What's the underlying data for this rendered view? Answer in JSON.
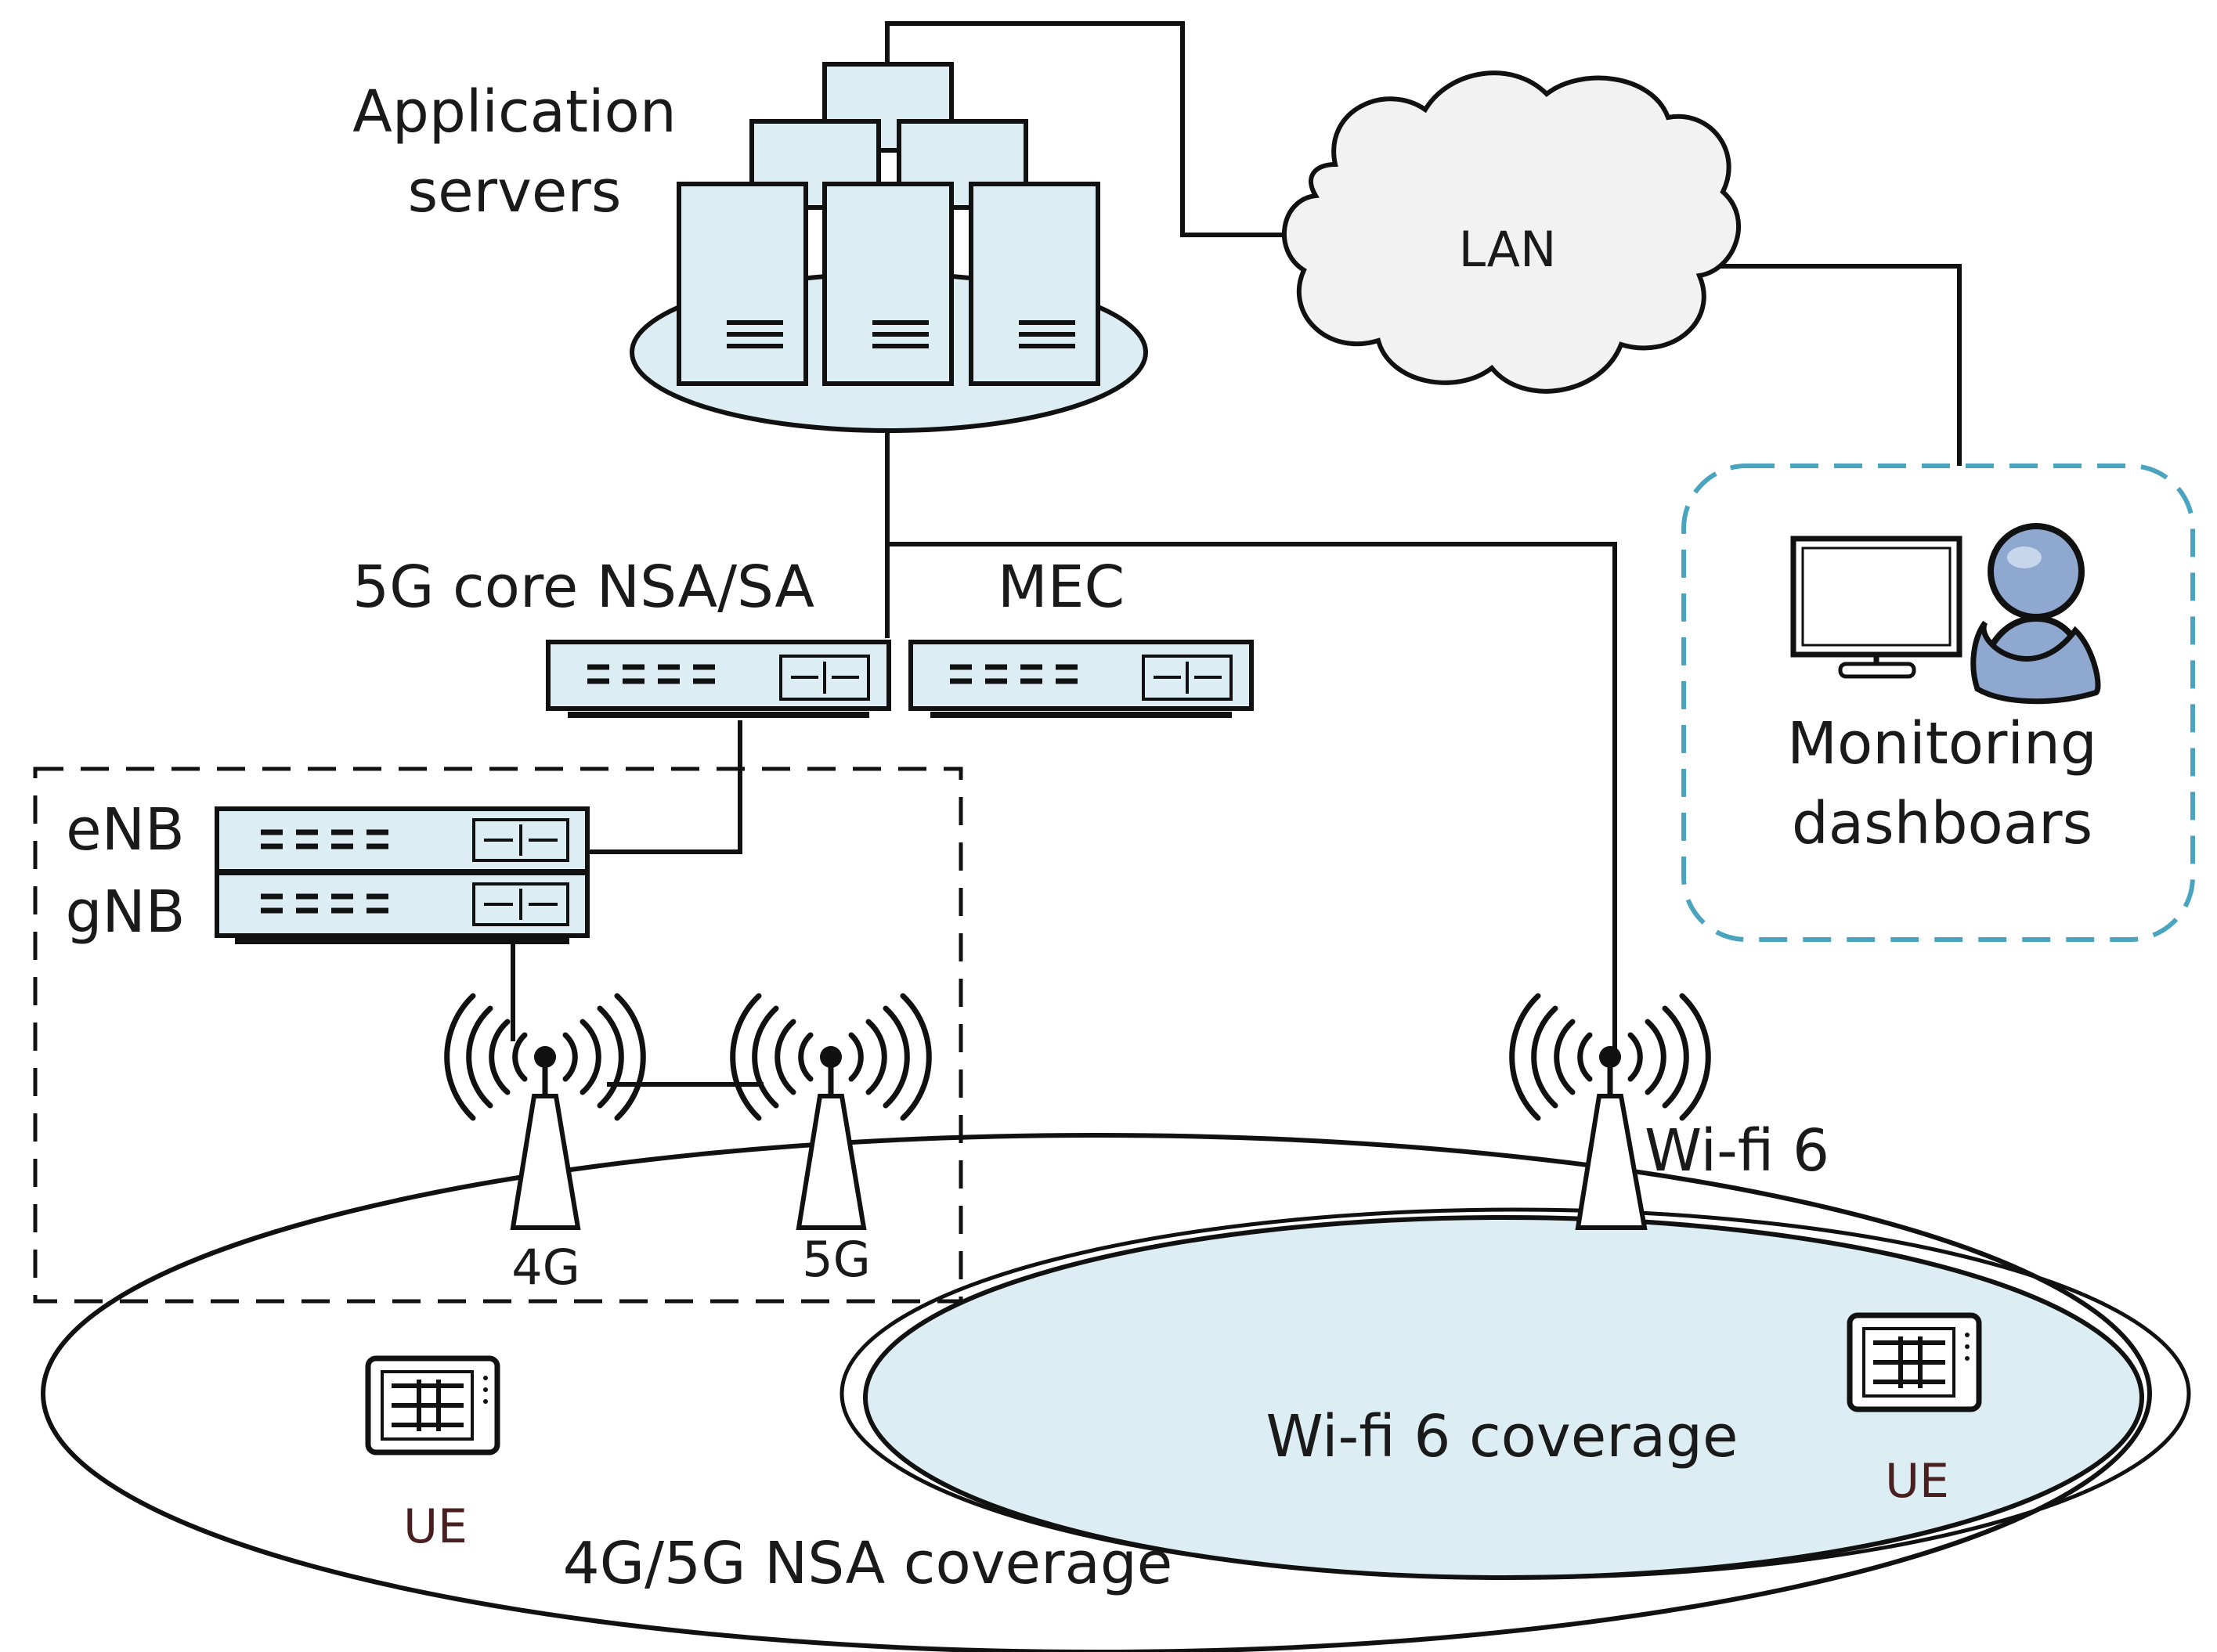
{
  "labels": {
    "application_servers_line1": "Application",
    "application_servers_line2": "servers",
    "lan": "LAN",
    "core": "5G core NSA/SA",
    "mec": "MEC",
    "enb": "eNB",
    "gnb": "gNB",
    "monitoring_line1": "Monitoring",
    "monitoring_line2": "dashboars",
    "tower_4g": "4G",
    "tower_5g": "5G",
    "wifi_ap": "Wi-fi 6",
    "wifi_coverage": "Wi-fi 6 coverage",
    "nsa_coverage": "4G/5G NSA coverage",
    "ue_left": "UE",
    "ue_right": "UE"
  },
  "colors": {
    "device_fill": "#dcedf3",
    "cloud_fill": "#f2f2f2",
    "monitoring_border": "#4aa3bf",
    "user_fill": "#8fa8cf",
    "ue_text": "#4a1f1f"
  },
  "icons": [
    "server-icon",
    "cloud-icon",
    "network-switch-icon",
    "antenna-tower-icon",
    "monitor-icon",
    "user-icon",
    "tablet-icon"
  ]
}
